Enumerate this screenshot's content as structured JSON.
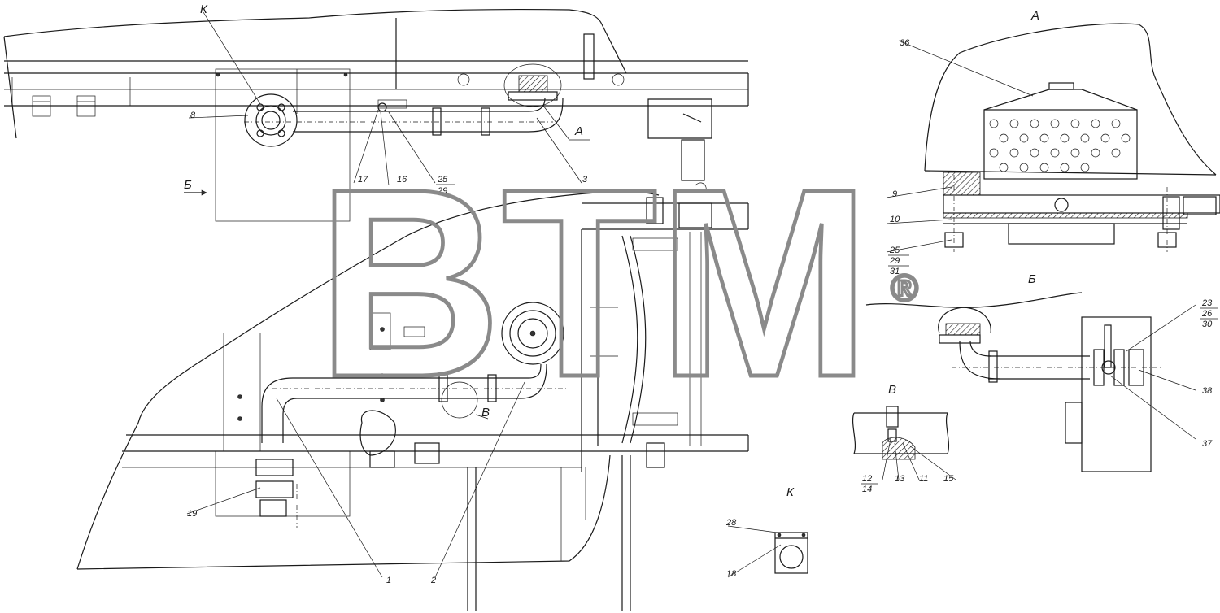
{
  "views": {
    "A": "A",
    "B": "Б",
    "V": "В",
    "K": "К"
  },
  "callouts": {
    "c1": "1",
    "c2": "2",
    "c3": "3",
    "c8": "8",
    "c9": "9",
    "c10": "10",
    "c11": "11",
    "c12": "12",
    "c13": "13",
    "c14": "14",
    "c15": "15",
    "c16": "16",
    "c17": "17",
    "c18": "18",
    "c19": "19",
    "c23": "23",
    "c25a": "25",
    "c25b": "25",
    "c26": "26",
    "c28": "28",
    "c29a": "29",
    "c29b": "29",
    "c30": "30",
    "c31": "31",
    "c36": "36",
    "c37": "37",
    "c38": "38"
  },
  "watermark": {
    "text": "BTM",
    "registered": "®"
  }
}
